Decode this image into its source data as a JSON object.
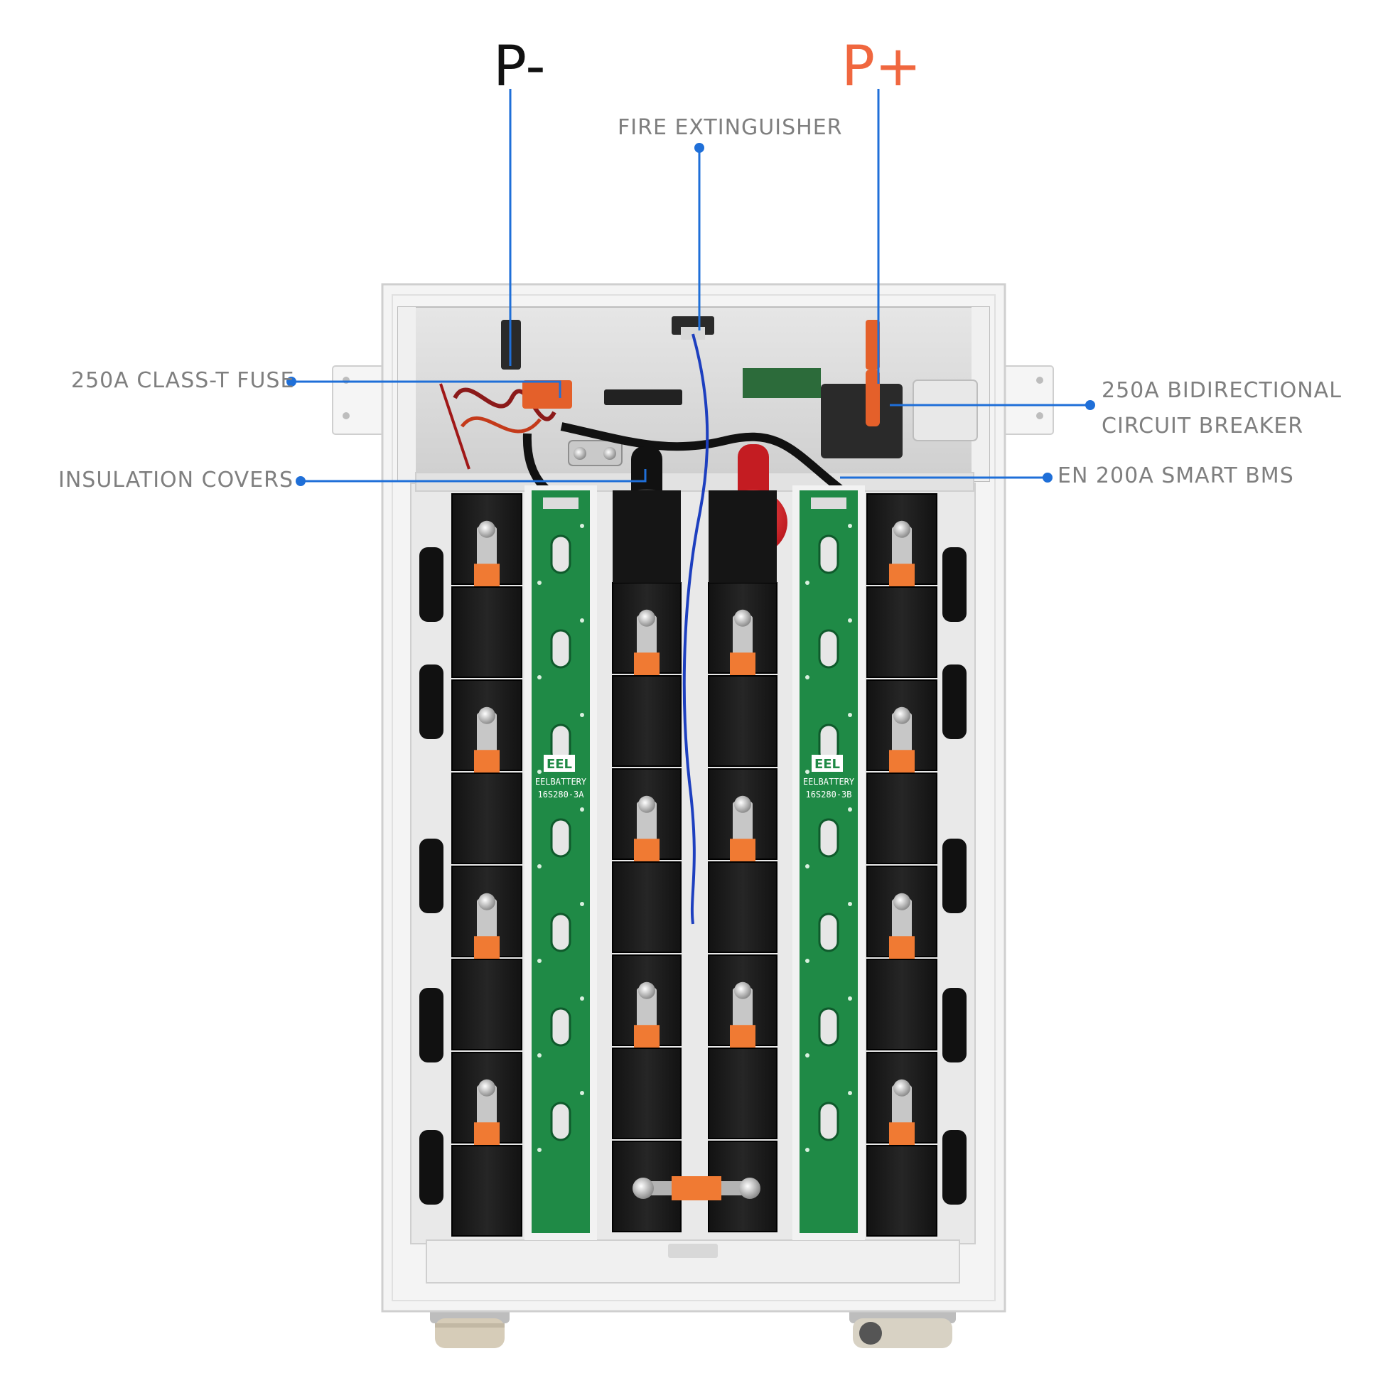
{
  "terminals": {
    "negative": {
      "label": "P-",
      "color": "#111111"
    },
    "positive": {
      "label": "P+",
      "color": "#f0673f"
    }
  },
  "callouts": {
    "fire_extinguisher": "FIRE EXTINGUISHER",
    "fuse": "250A CLASS-T FUSE",
    "insulation_covers": "INSULATION COVERS",
    "breaker_line1": "250A BIDIRECTIONAL",
    "breaker_line2": "CIRCUIT BREAKER",
    "bms": "EN 200A SMART BMS"
  },
  "boards": {
    "left": {
      "logo": "EEL",
      "brand": "EELBATTERY",
      "model": "16S280-3A"
    },
    "right": {
      "logo": "EEL",
      "brand": "EELBATTERY",
      "model": "16S280-3B"
    }
  },
  "colors": {
    "callout_text": "#7f7f7f",
    "leader_line": "#1f6fd8",
    "cabinet": "#f4f4f4",
    "cell": "#1a1a1a",
    "busbar": "#f07a33",
    "pcb": "#1f8a46",
    "insulation_red": "#d9262c",
    "insulation_black": "#111111"
  }
}
